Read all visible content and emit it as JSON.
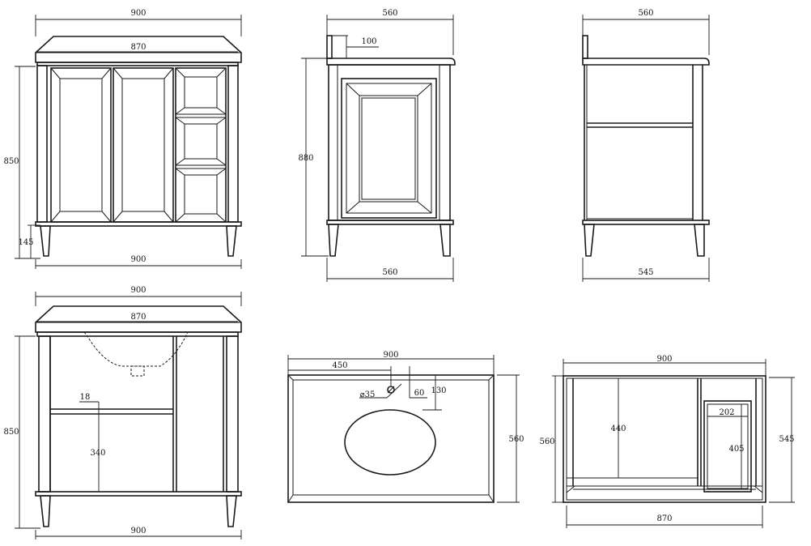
{
  "dimensions": {
    "front_top_width": "900",
    "front_top_inner": "870",
    "front_height": "850",
    "front_leg_height": "145",
    "front_bottom_width": "900",
    "side_top_depth": "560",
    "side_splash": "100",
    "side_height": "880",
    "side_bottom_depth": "560",
    "section_top_depth": "560",
    "section_bottom_depth": "545",
    "open_top_width": "900",
    "open_top_inner": "870",
    "open_height": "850",
    "open_shelf_thickness": "18",
    "open_shelf_height": "340",
    "open_bottom_width": "900",
    "plan_width": "900",
    "plan_tap_offset": "450",
    "plan_tap_hole": "⌀35",
    "plan_tap_setback": "60",
    "plan_basin_setback": "130",
    "plan_depth": "560",
    "base_width": "900",
    "base_depth_left": "560",
    "base_depth_right": "545",
    "base_inner_height": "440",
    "base_drawer_width": "202",
    "base_drawer_depth": "405",
    "base_inner_width": "870"
  }
}
